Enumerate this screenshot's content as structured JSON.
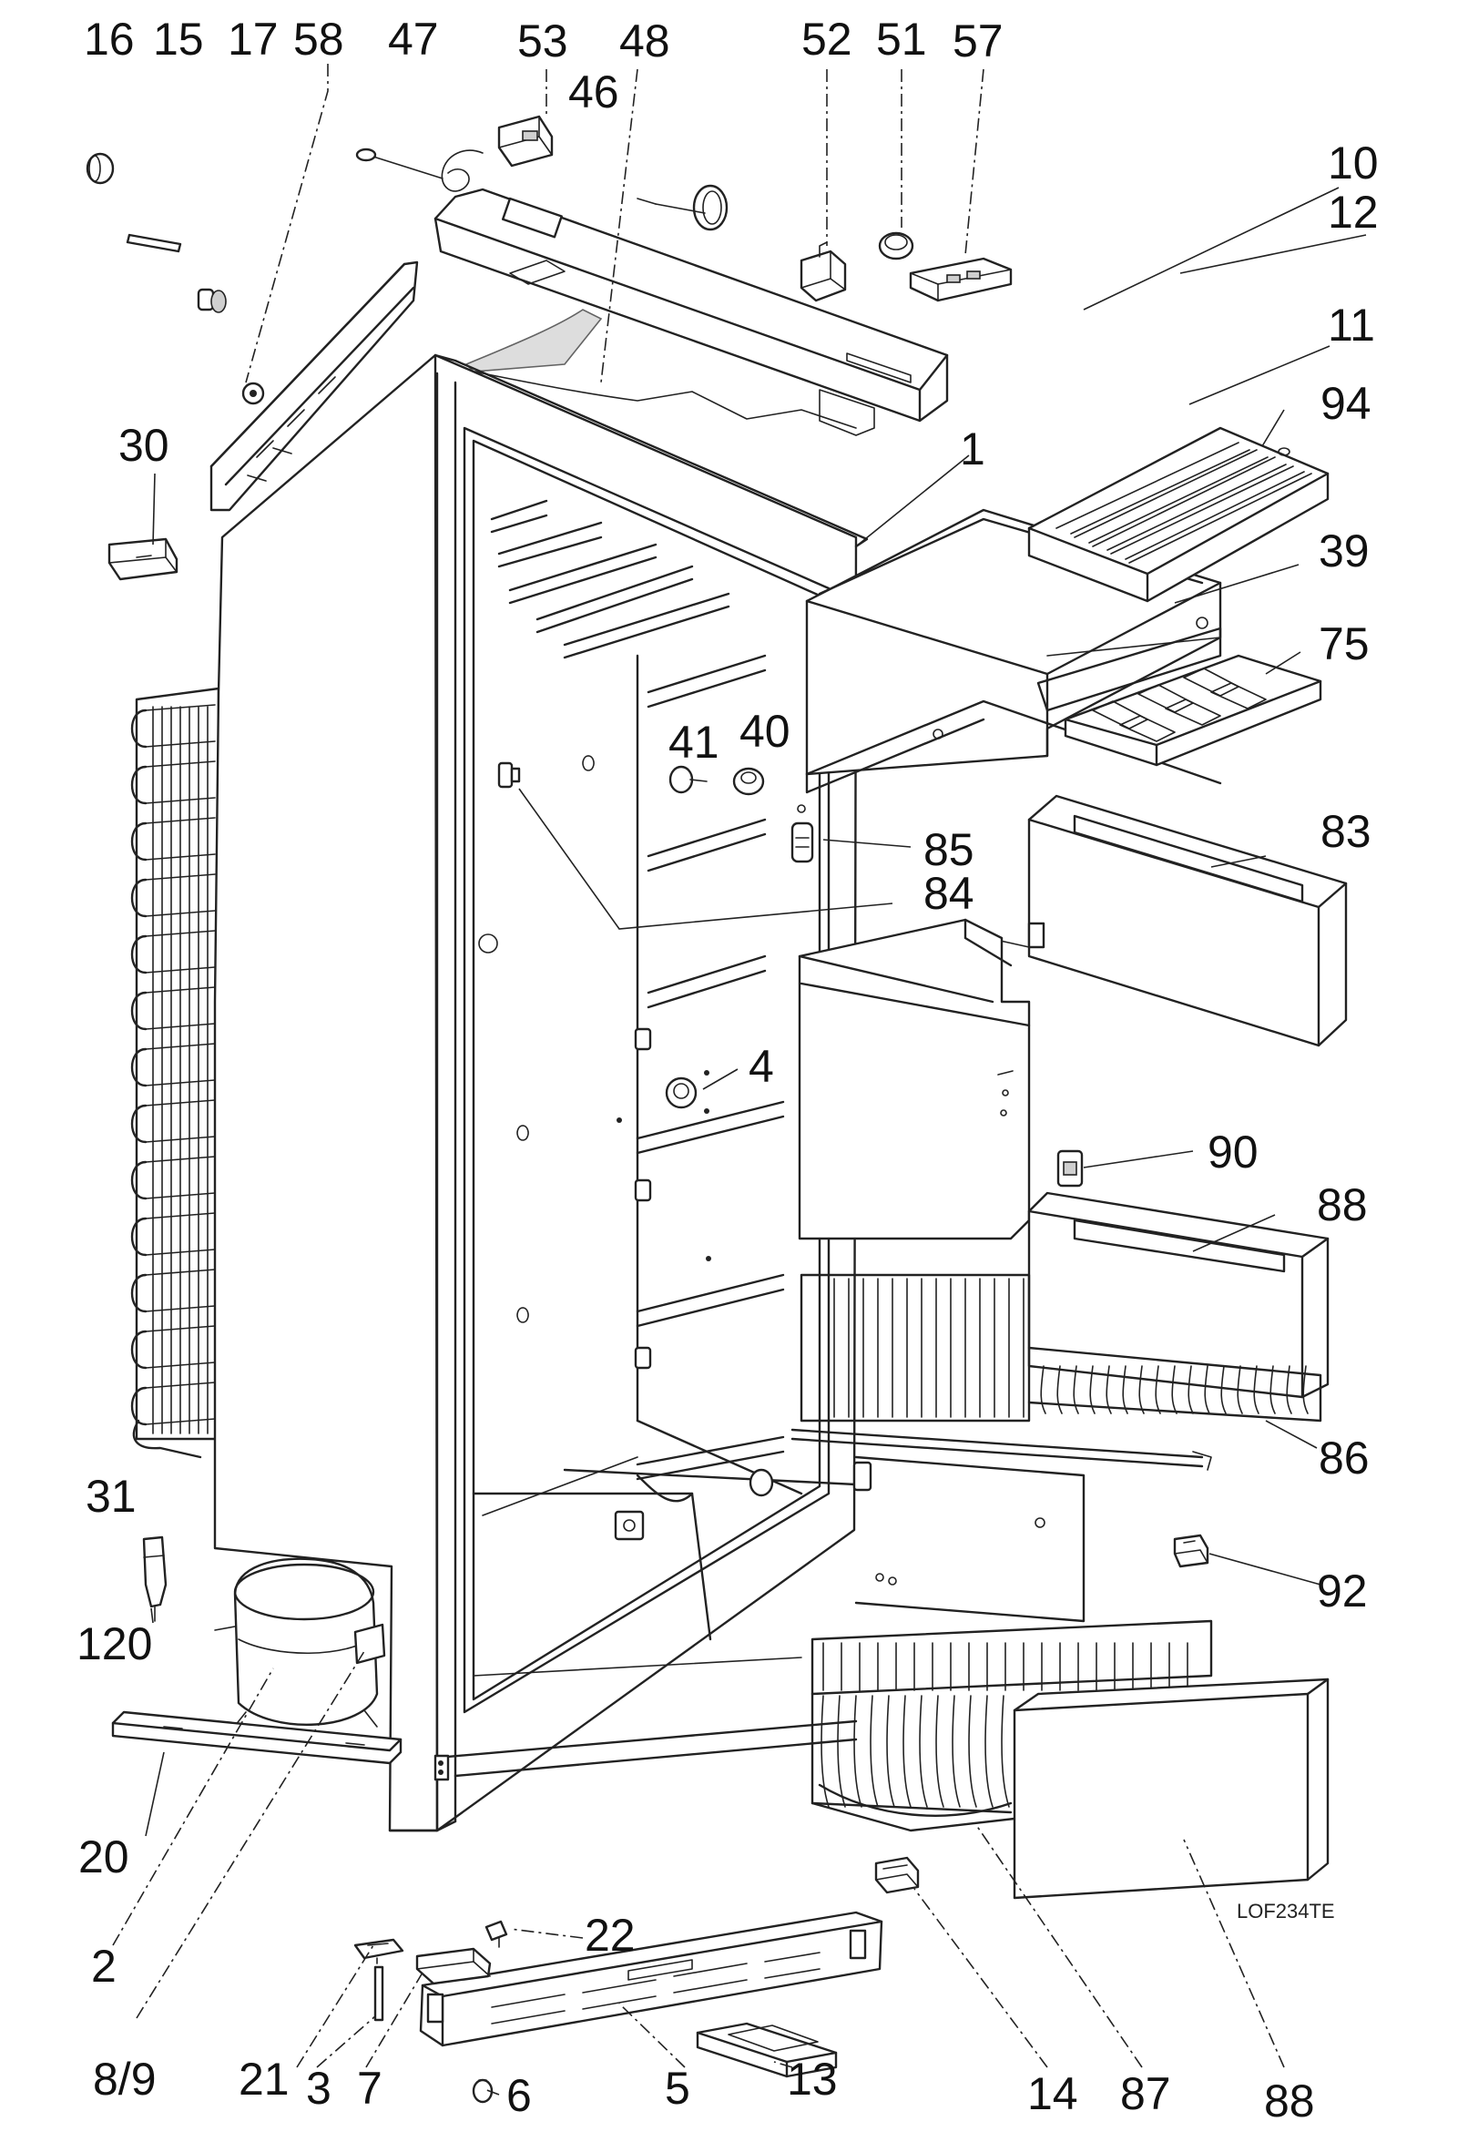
{
  "drawing_ref": "LOF234TE",
  "callouts": [
    {
      "id": "c16",
      "label": "16"
    },
    {
      "id": "c15",
      "label": "15"
    },
    {
      "id": "c17",
      "label": "17"
    },
    {
      "id": "c58",
      "label": "58"
    },
    {
      "id": "c47",
      "label": "47"
    },
    {
      "id": "c53",
      "label": "53"
    },
    {
      "id": "c48",
      "label": "48"
    },
    {
      "id": "c52",
      "label": "52"
    },
    {
      "id": "c51",
      "label": "51"
    },
    {
      "id": "c57",
      "label": "57"
    },
    {
      "id": "c46",
      "label": "46"
    },
    {
      "id": "c10",
      "label": "10"
    },
    {
      "id": "c12",
      "label": "12"
    },
    {
      "id": "c11",
      "label": "11"
    },
    {
      "id": "c94",
      "label": "94"
    },
    {
      "id": "c30",
      "label": "30"
    },
    {
      "id": "c1",
      "label": "1"
    },
    {
      "id": "c39",
      "label": "39"
    },
    {
      "id": "c75",
      "label": "75"
    },
    {
      "id": "c41",
      "label": "41"
    },
    {
      "id": "c40",
      "label": "40"
    },
    {
      "id": "c85",
      "label": "85"
    },
    {
      "id": "c83",
      "label": "83"
    },
    {
      "id": "c84",
      "label": "84"
    },
    {
      "id": "c4",
      "label": "4"
    },
    {
      "id": "c90",
      "label": "90"
    },
    {
      "id": "c88a",
      "label": "88"
    },
    {
      "id": "c86",
      "label": "86"
    },
    {
      "id": "c31",
      "label": "31"
    },
    {
      "id": "c120",
      "label": "120"
    },
    {
      "id": "c92",
      "label": "92"
    },
    {
      "id": "c20",
      "label": "20"
    },
    {
      "id": "c22",
      "label": "22"
    },
    {
      "id": "c2",
      "label": "2"
    },
    {
      "id": "c89",
      "label": "8/9"
    },
    {
      "id": "c21",
      "label": "21"
    },
    {
      "id": "c3",
      "label": "3"
    },
    {
      "id": "c7",
      "label": "7"
    },
    {
      "id": "c6",
      "label": "6"
    },
    {
      "id": "c5",
      "label": "5"
    },
    {
      "id": "c13",
      "label": "13"
    },
    {
      "id": "c14",
      "label": "14"
    },
    {
      "id": "c87",
      "label": "87"
    },
    {
      "id": "c88b",
      "label": "88"
    }
  ]
}
